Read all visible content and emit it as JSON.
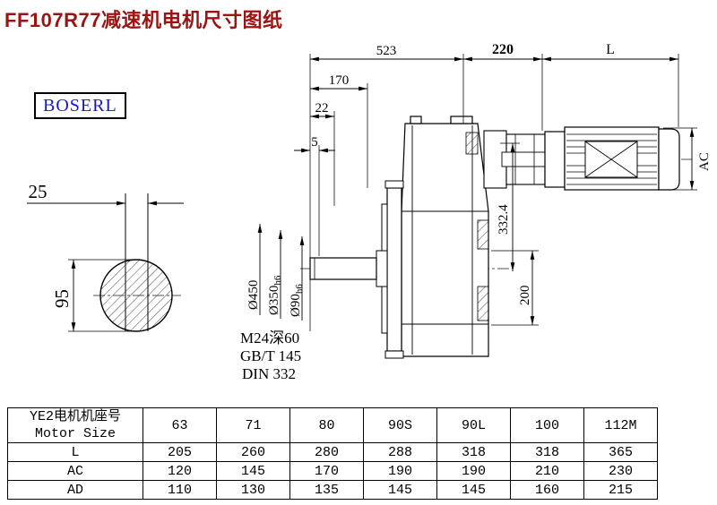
{
  "page": {
    "title": "FF107R77减速机电机尺寸图纸",
    "brand": "BOSERL"
  },
  "drawing": {
    "dim_523": "523",
    "dim_220": "220",
    "dim_L": "L",
    "dim_170": "170",
    "dim_22": "22",
    "dim_5": "5",
    "dim_AC": "AC",
    "dim_25": "25",
    "dim_95": "95",
    "dia_450": "Ø450",
    "dia_350_main": "Ø350",
    "dia_350_tol": "h6",
    "dia_90_main": "Ø90",
    "dia_90_tol": "h6",
    "dim_332_4": "332.4",
    "dim_200": "200",
    "note_thread": "M24深60",
    "note_std1": "GB/T 145",
    "note_std2": "DIN 332"
  },
  "table": {
    "header_cn": "YE2电机机座号",
    "header_en": "Motor Size",
    "sizes": [
      "63",
      "71",
      "80",
      "90S",
      "90L",
      "100",
      "112M"
    ],
    "rows": [
      {
        "label": "L",
        "values": [
          "205",
          "260",
          "280",
          "288",
          "318",
          "318",
          "365"
        ]
      },
      {
        "label": "AC",
        "values": [
          "120",
          "145",
          "170",
          "190",
          "190",
          "210",
          "230"
        ]
      },
      {
        "label": "AD",
        "values": [
          "110",
          "130",
          "135",
          "145",
          "145",
          "160",
          "215"
        ]
      }
    ]
  }
}
